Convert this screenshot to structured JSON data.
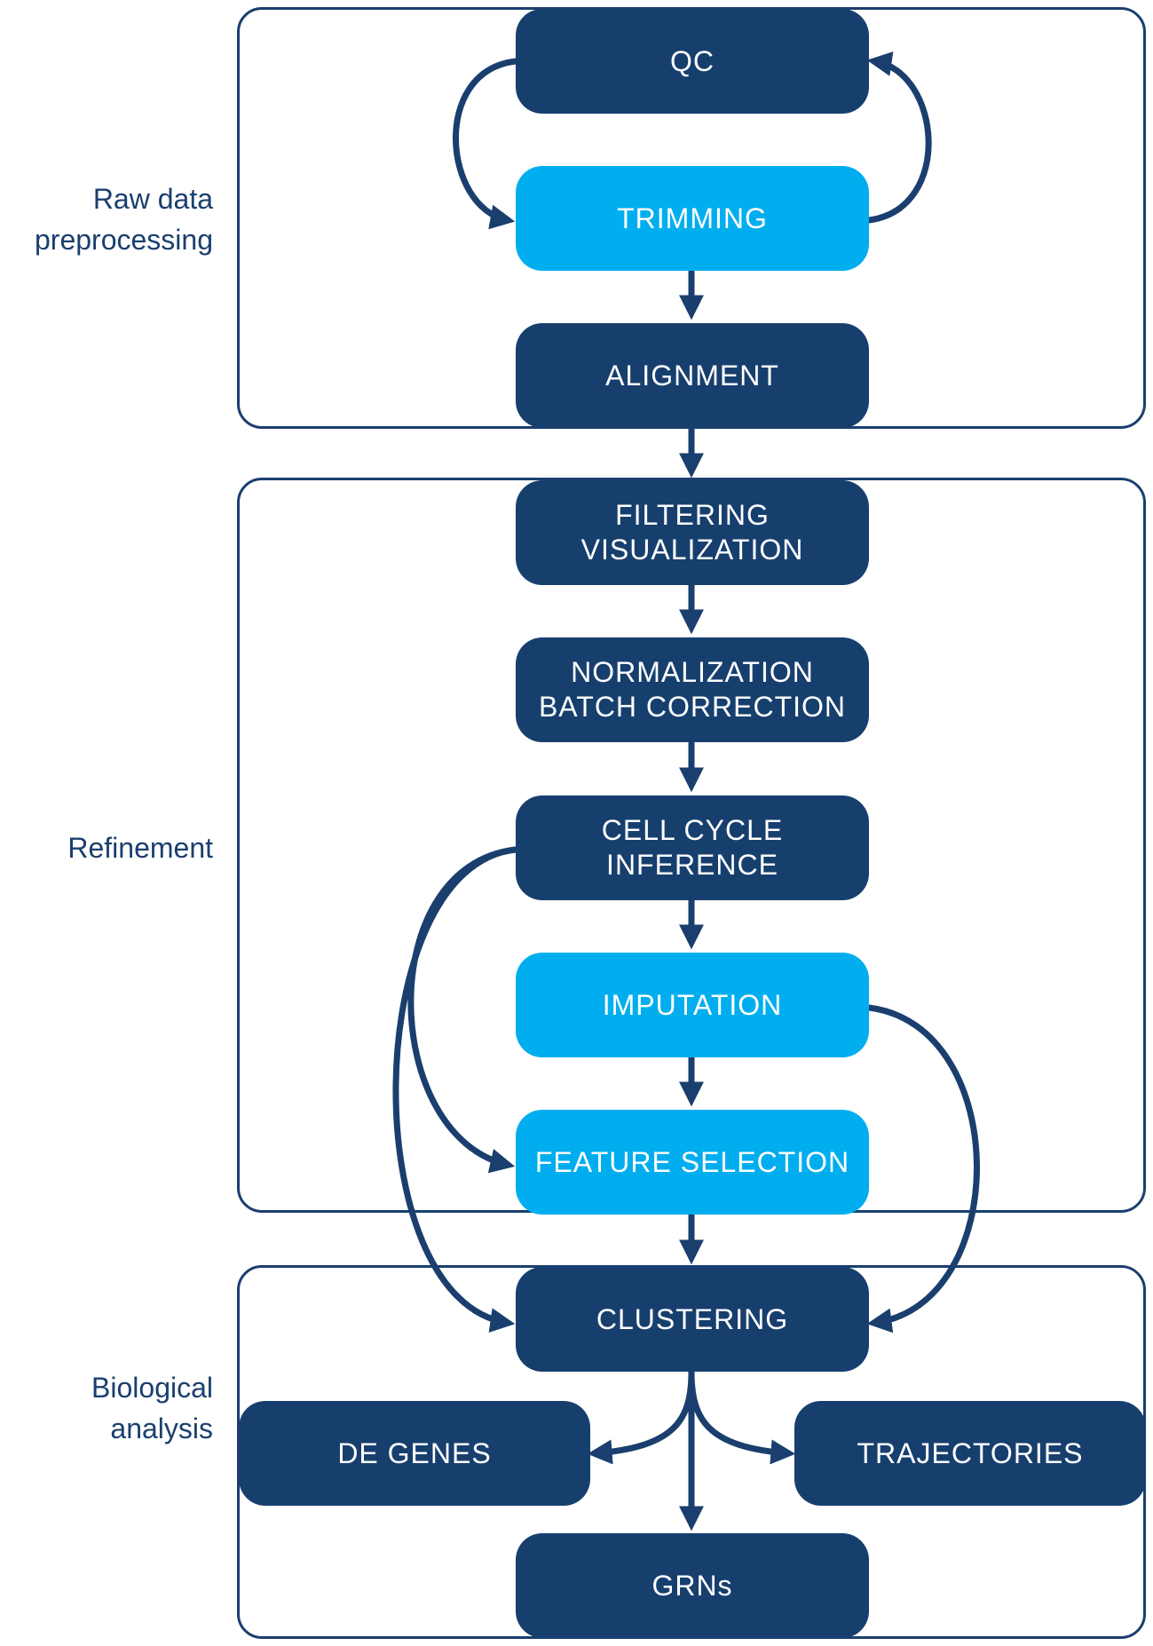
{
  "colors": {
    "dark_node": "#173f6e",
    "light_node": "#00aeef",
    "border": "#1a3f6e",
    "arrow": "#1a3f6e",
    "label": "#1a3f6e"
  },
  "sections": {
    "raw": {
      "label": "Raw data\npreprocessing"
    },
    "refinement": {
      "label": "Refinement"
    },
    "biological": {
      "label": "Biological\nanalysis"
    }
  },
  "nodes": {
    "qc": {
      "label": "QC",
      "style": "dark"
    },
    "trimming": {
      "label": "TRIMMING",
      "style": "light"
    },
    "alignment": {
      "label": "ALIGNMENT",
      "style": "dark"
    },
    "filtering": {
      "label": "FILTERING\nVISUALIZATION",
      "style": "dark"
    },
    "normalization": {
      "label": "NORMALIZATION\nBATCH CORRECTION",
      "style": "dark"
    },
    "cell_cycle": {
      "label": "CELL CYCLE INFERENCE",
      "style": "dark"
    },
    "imputation": {
      "label": "IMPUTATION",
      "style": "light"
    },
    "feature_selection": {
      "label": "FEATURE SELECTION",
      "style": "light"
    },
    "clustering": {
      "label": "CLUSTERING",
      "style": "dark"
    },
    "de_genes": {
      "label": "DE GENES",
      "style": "dark"
    },
    "trajectories": {
      "label": "TRAJECTORIES",
      "style": "dark"
    },
    "grns": {
      "label": "GRNs",
      "style": "dark"
    }
  }
}
